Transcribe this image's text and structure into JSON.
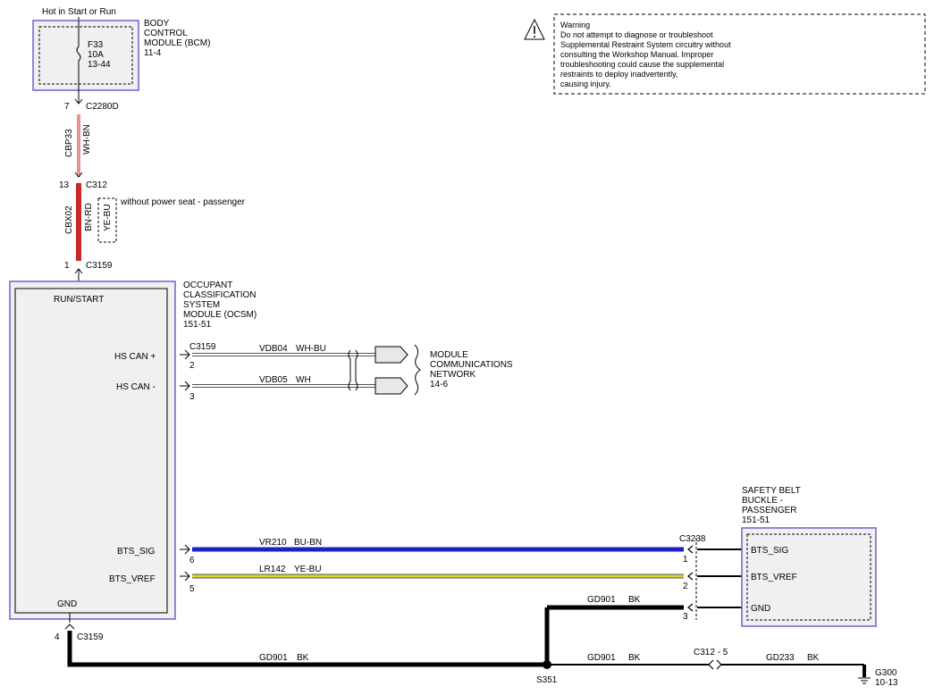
{
  "header": {
    "hot_label": "Hot in Start or Run"
  },
  "bcm": {
    "name_lines": [
      "BODY",
      "CONTROL",
      "MODULE (BCM)",
      "11-4"
    ],
    "fuse_lines": [
      "F33",
      "10A",
      "13-44"
    ]
  },
  "warning": {
    "lines": [
      "Warning",
      "Do not attempt to diagnose or troubleshoot",
      "Supplemental Restraint System circuitry without",
      "consulting the Workshop Manual. Improper",
      "troubleshooting could cause the supplemental",
      "restraints to deploy inadvertently,",
      "causing injury."
    ]
  },
  "wires": {
    "top": {
      "pin": "7",
      "connector": "C2280D",
      "circuit": "CBP33",
      "color": "WH-BN"
    },
    "middle": {
      "pin": "13",
      "connector": "C312",
      "circuit": "CBX02",
      "color": "BN-RD",
      "alt_color": "YE-BU",
      "alt_note": "without power seat - passenger"
    },
    "ocsm_entry": {
      "pin": "1",
      "connector": "C3159"
    }
  },
  "ocsm": {
    "name_lines": [
      "OCCUPANT",
      "CLASSIFICATION",
      "SYSTEM",
      "MODULE (OCSM)",
      "151-51"
    ],
    "pins": {
      "run_start": "RUN/START",
      "hs_can_plus": "HS CAN +",
      "hs_can_minus": "HS CAN -",
      "bts_sig": "BTS_SIG",
      "bts_vref": "BTS_VREF",
      "gnd": "GND"
    }
  },
  "can": {
    "connector": "C3159",
    "plus": {
      "pin": "2",
      "circuit": "VDB04",
      "color": "WH-BU"
    },
    "minus": {
      "pin": "3",
      "circuit": "VDB05",
      "color": "WH"
    },
    "network_lines": [
      "MODULE",
      "COMMUNICATIONS",
      "NETWORK",
      "14-6"
    ]
  },
  "bts": {
    "sig": {
      "pin": "6",
      "circuit": "VR210",
      "color": "BU-BN"
    },
    "vref": {
      "pin": "5",
      "circuit": "LR142",
      "color": "YE-BU"
    }
  },
  "buckle": {
    "name_lines": [
      "SAFETY BELT",
      "BUCKLE -",
      "PASSENGER",
      "151-51"
    ],
    "connector": "C3238",
    "pins": {
      "sig": {
        "num": "1",
        "label": "BTS_SIG"
      },
      "vref": {
        "num": "2",
        "label": "BTS_VREF"
      },
      "gnd": {
        "num": "3",
        "label": "GND"
      }
    },
    "gnd_wire": {
      "circuit": "GD901",
      "color": "BK"
    }
  },
  "ground": {
    "ocsm_pin": "4",
    "ocsm_connector": "C3159",
    "main": {
      "circuit": "GD901",
      "color": "BK"
    },
    "mid": {
      "circuit": "GD901",
      "color": "BK"
    },
    "splice": "S351",
    "inline_connector": "C312 - 5",
    "end": {
      "circuit": "GD233",
      "color": "BK"
    },
    "point": "G300",
    "point_ref": "10-13"
  },
  "colors": {
    "module_outline": "#6666cc",
    "module_fill": "#f0f0f0",
    "wire_red": "#c8282a",
    "wire_blue": "#1f1fc8",
    "wire_yellow": "#e0d230",
    "wire_black": "#000000"
  }
}
